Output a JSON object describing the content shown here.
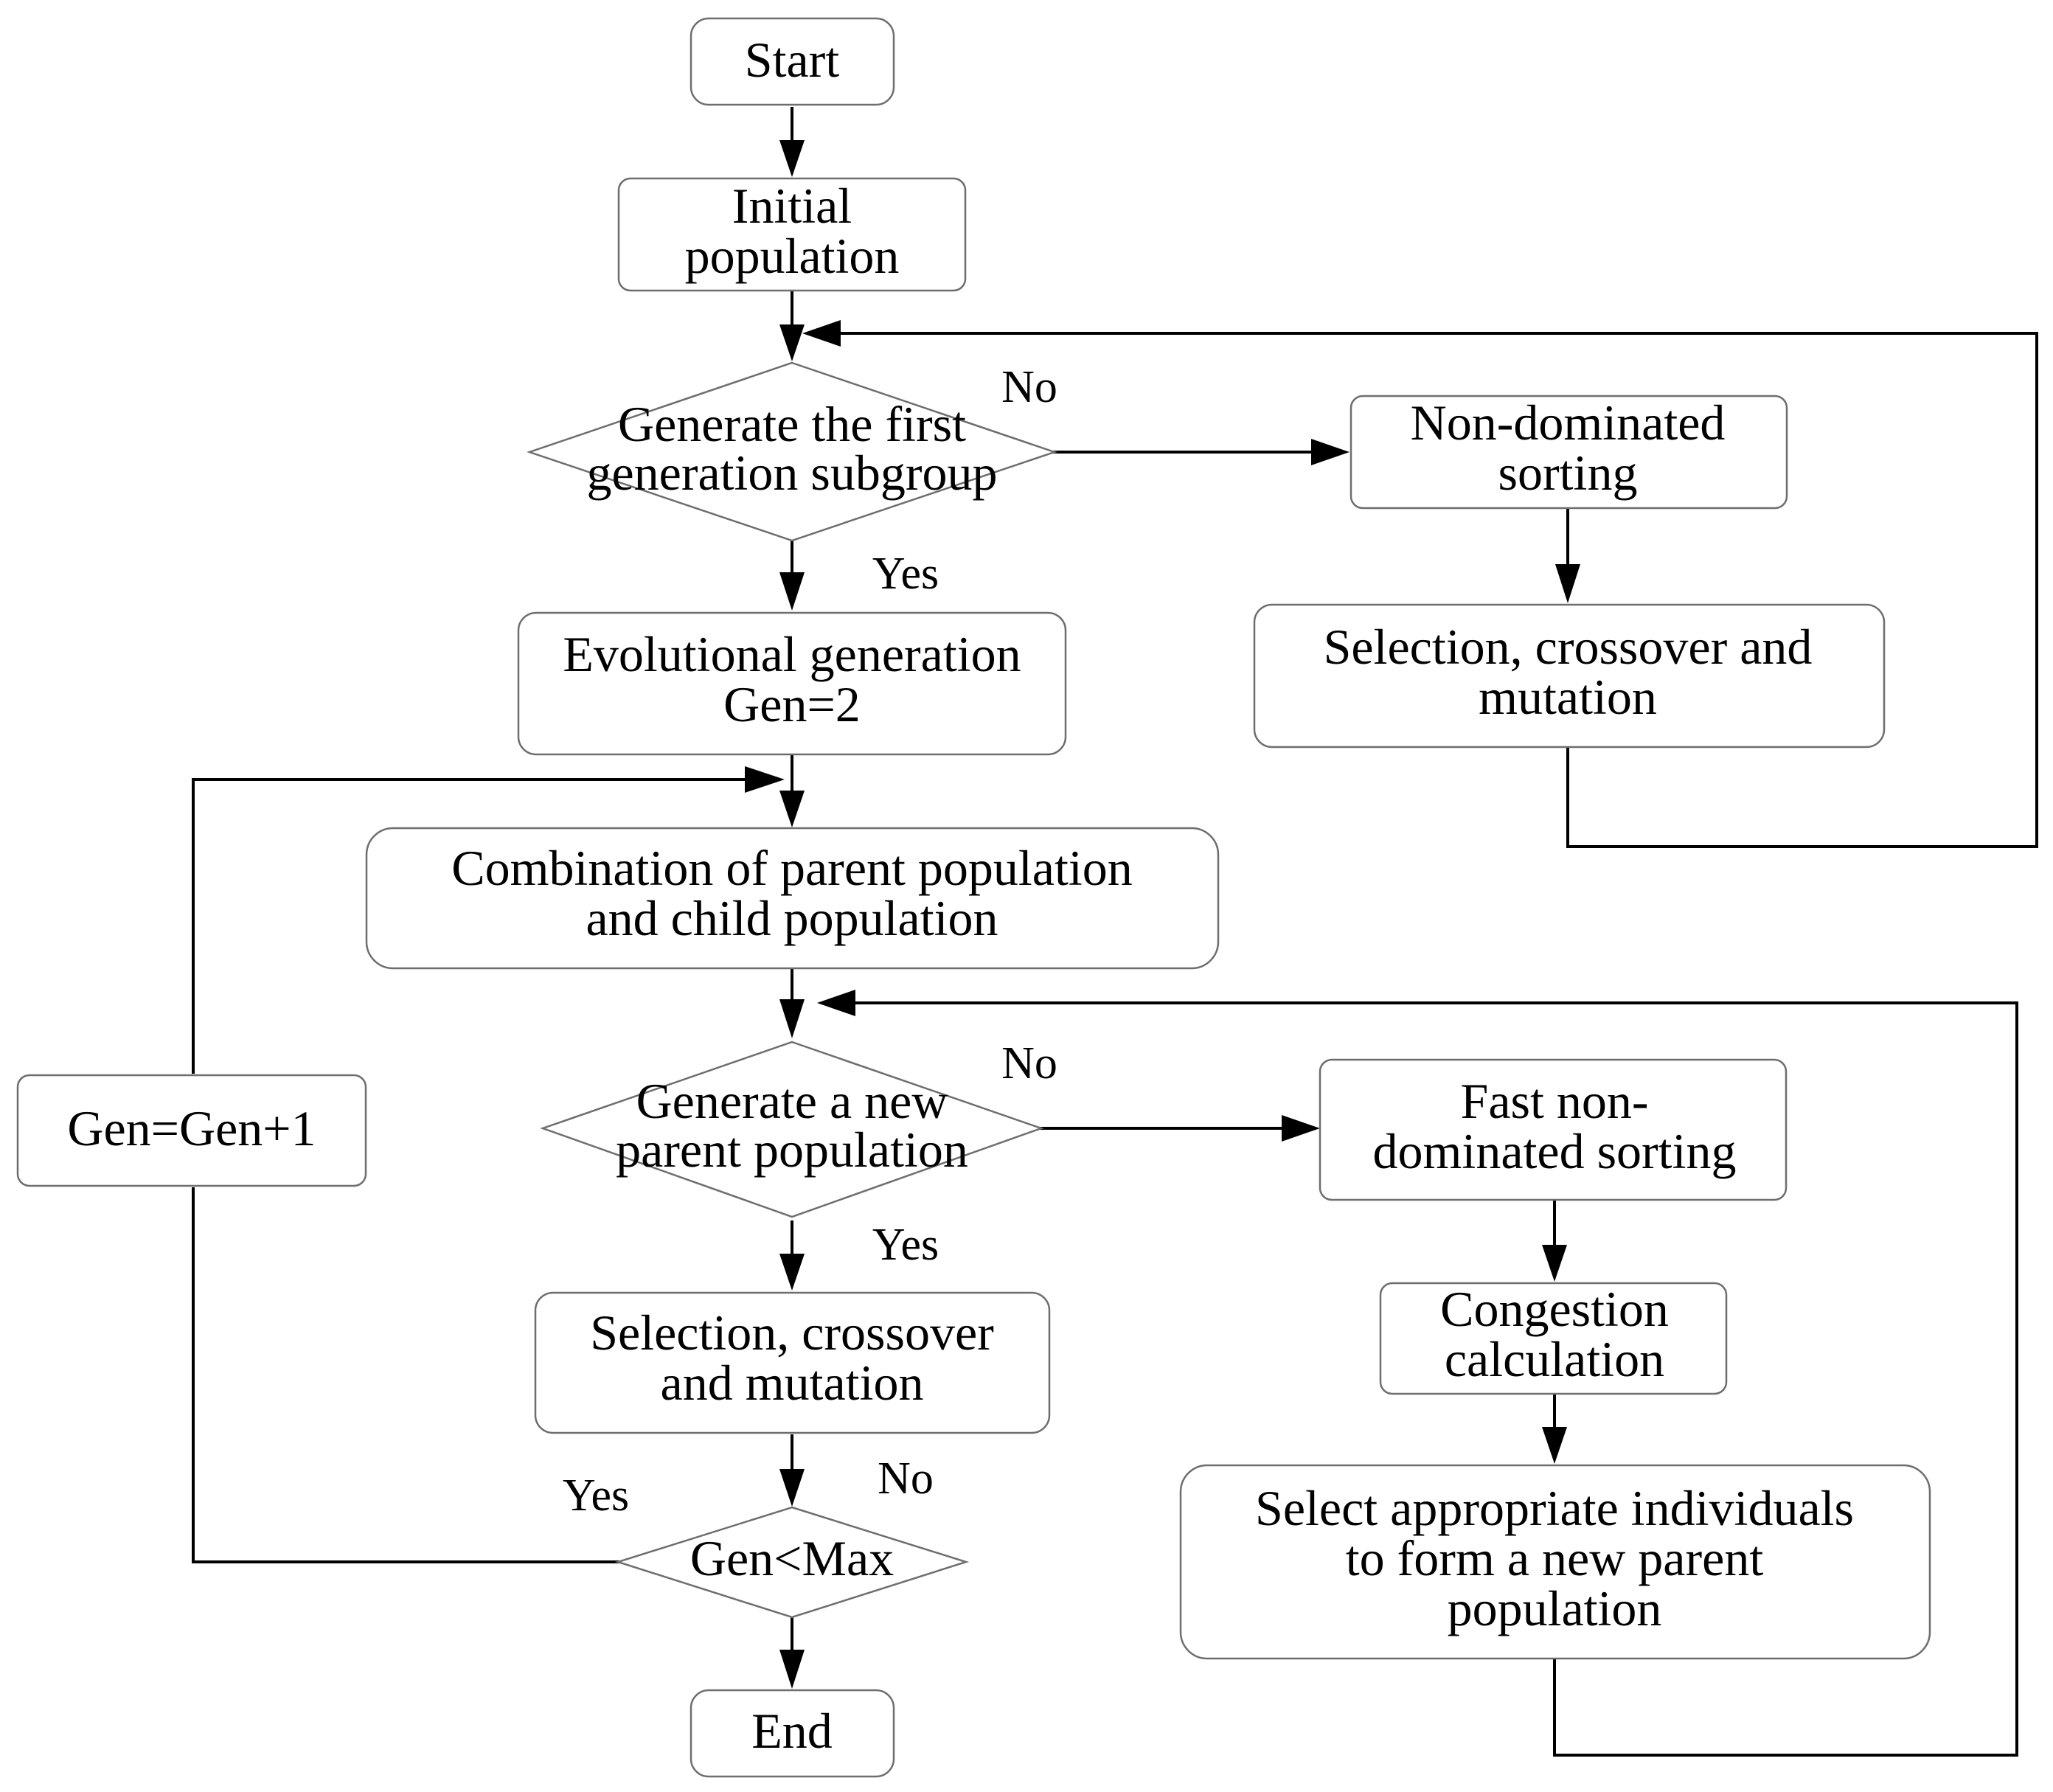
{
  "nodes": {
    "start": "Start",
    "initial_population": [
      "Initial",
      "population"
    ],
    "decision_first_generation": [
      "Generate the first",
      "generation subgroup"
    ],
    "non_dominated_sorting": [
      "Non-dominated",
      "sorting"
    ],
    "selection_top": [
      "Selection, crossover and",
      "mutation"
    ],
    "evolutional_generation": [
      "Evolutional generation",
      "Gen=2"
    ],
    "combination": [
      "Combination of parent population",
      "and child population"
    ],
    "gen_increment": "Gen=Gen+1",
    "decision_new_parent": [
      "Generate a new",
      "parent population"
    ],
    "fast_non_dominated_sorting": [
      "Fast non-",
      "dominated sorting"
    ],
    "congestion_calculation": [
      "Congestion",
      "calculation"
    ],
    "select_individuals": [
      "Select appropriate individuals",
      "to form a new parent",
      "population"
    ],
    "selection_bottom": [
      "Selection, crossover",
      "and mutation"
    ],
    "decision_gen_max": "Gen<Max",
    "end": "End"
  },
  "edge_labels": {
    "first_no": "No",
    "first_yes": "Yes",
    "parent_no": "No",
    "parent_yes": "Yes",
    "max_yes": "Yes",
    "max_no": "No"
  }
}
